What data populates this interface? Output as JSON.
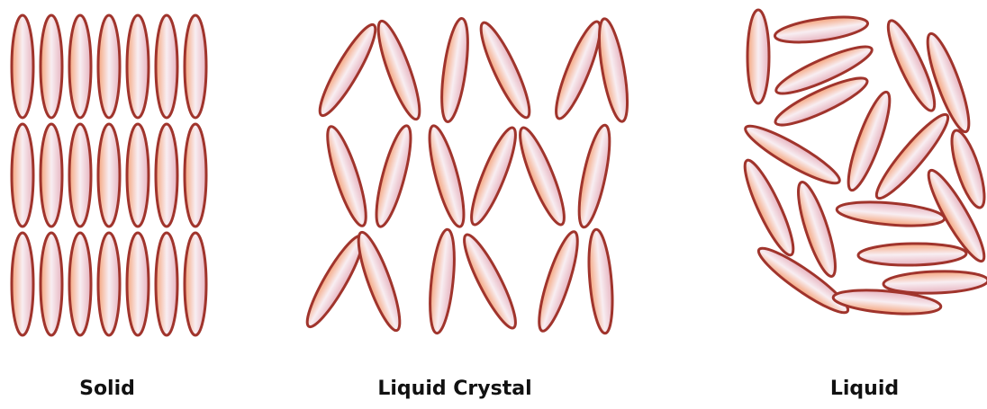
{
  "captions": {
    "solid": "Solid",
    "liquid_crystal": "Liquid Crystal",
    "liquid": "Liquid"
  },
  "colors": {
    "outline": "#a0342c",
    "fill_edge": "#f5a47c",
    "fill_mid": "#f8eef2",
    "fill_tip": "#e7b3bf"
  }
}
